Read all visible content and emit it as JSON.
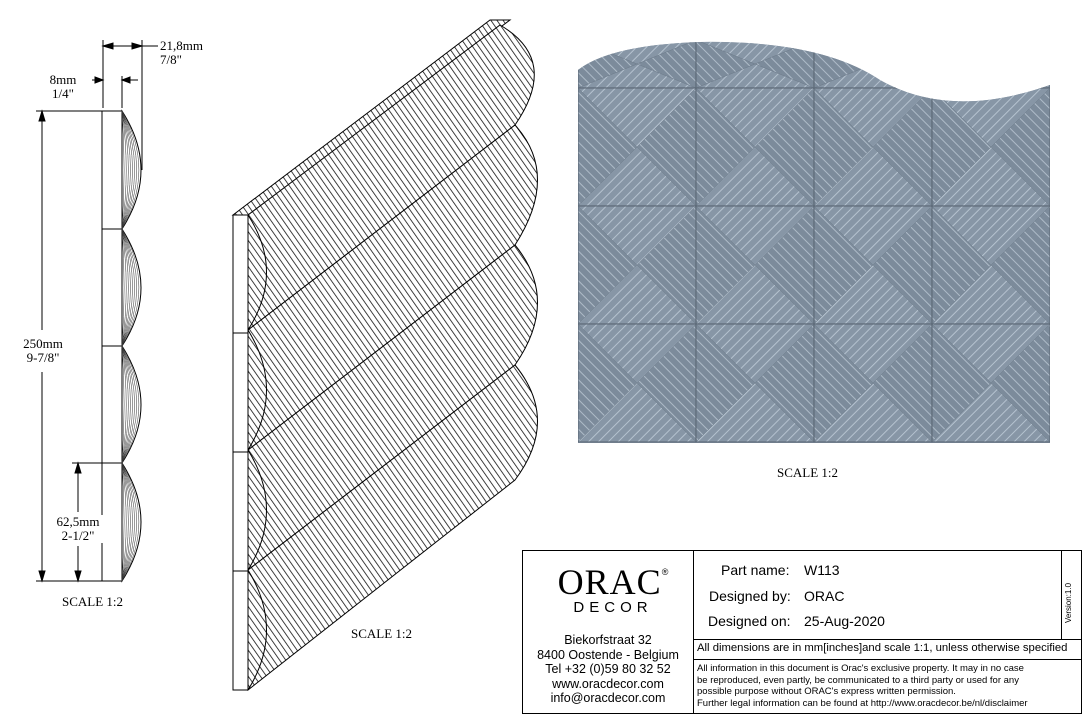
{
  "side_view": {
    "top_dim_mm": "21,8mm",
    "top_dim_in": "7/8\"",
    "thick_dim_mm": "8mm",
    "thick_dim_in": "1/4\"",
    "height_dim_mm": "250mm",
    "height_dim_in": "9-7/8\"",
    "wave_dim_mm": "62,5mm",
    "wave_dim_in": "2-1/2\"",
    "scale": "SCALE 1:2"
  },
  "iso_view": {
    "scale": "SCALE 1:2"
  },
  "render_view": {
    "scale": "SCALE 1:2"
  },
  "title_block": {
    "logo_main": "ORAC",
    "logo_reg": "®",
    "logo_sub": "DECOR",
    "address": [
      "Biekorfstraat 32",
      "8400 Oostende - Belgium",
      "Tel  +32 (0)59 80 32 52",
      "www.oracdecor.com",
      "info@oracdecor.com"
    ],
    "part_name_label": "Part name:",
    "part_name_value": "W113",
    "designed_by_label": "Designed by:",
    "designed_by_value": "ORAC",
    "designed_on_label": "Designed on:",
    "designed_on_value": "25-Aug-2020",
    "version": "Version:1.0",
    "units_note": "All dimensions are in mm[inches]and scale 1:1, unless otherwise specified",
    "legal": [
      "All information in this document is Orac's exclusive property.  It may in no case",
      "be reproduced, even partly, be communicated to a third party or used for any",
      "possible purpose without ORAC's express written permission.",
      "Further legal information can be found at http://www.oracdecor.be/nl/disclaimer"
    ]
  }
}
